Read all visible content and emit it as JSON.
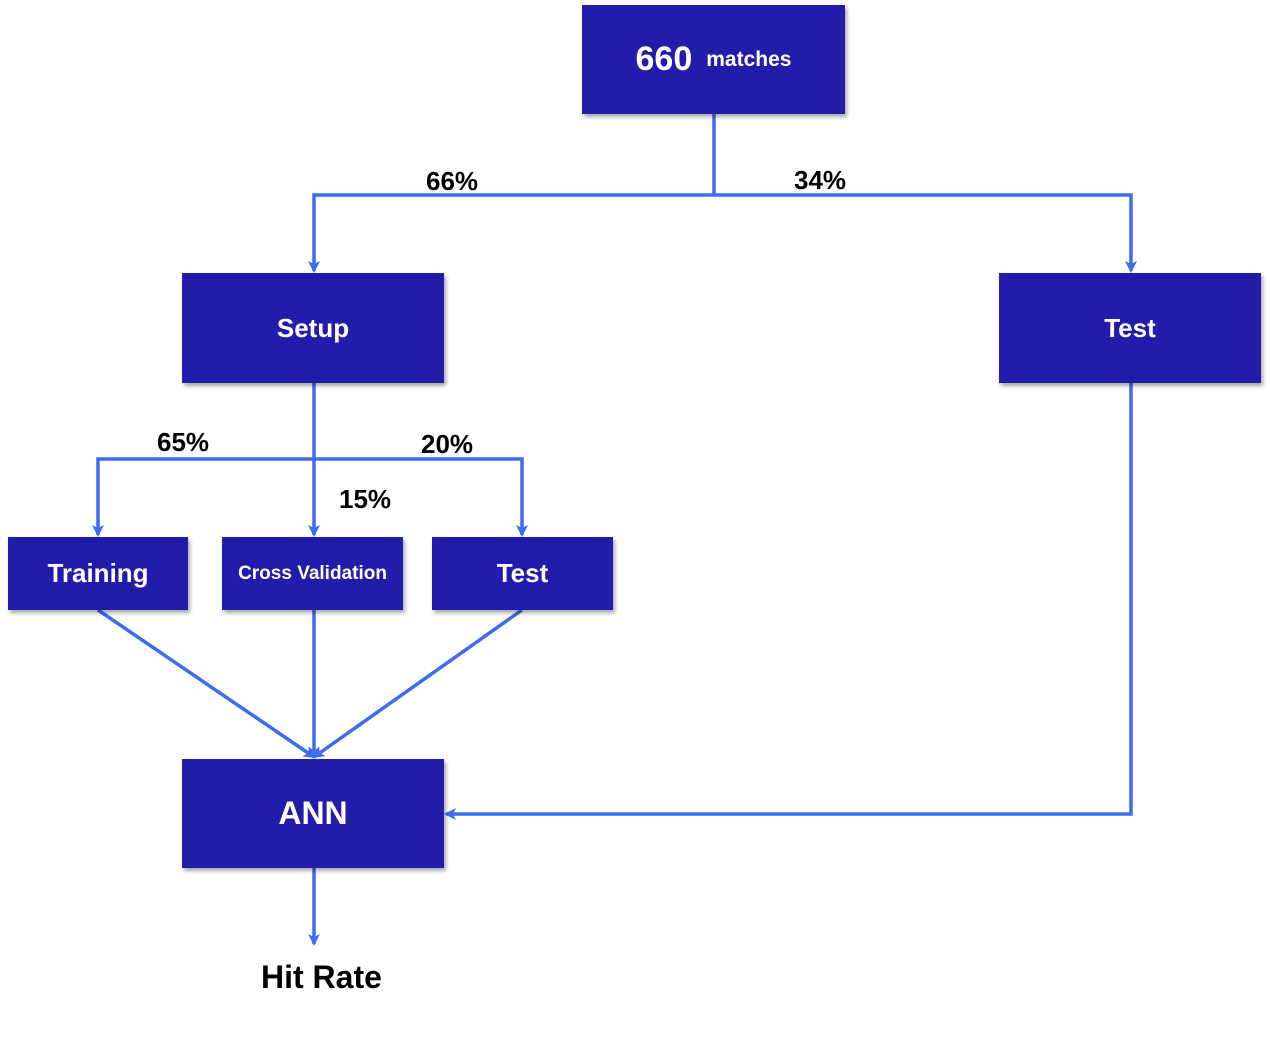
{
  "diagram": {
    "root": {
      "count": "660",
      "unit": "matches"
    },
    "setup": {
      "label": "Setup"
    },
    "test_right": {
      "label": "Test"
    },
    "training": {
      "label": "Training"
    },
    "cross_validation": {
      "label": "Cross Validation"
    },
    "test_mid": {
      "label": "Test"
    },
    "ann": {
      "label": "ANN"
    },
    "output": {
      "label": "Hit Rate"
    },
    "split_labels": {
      "setup_pct": "66%",
      "test_pct": "34%",
      "training_pct": "65%",
      "cv_pct": "15%",
      "test_mid_pct": "20%"
    }
  },
  "colors": {
    "box_fill": "#221caa",
    "box_text": "#ffffff",
    "connector": "#3d6cf0",
    "label_text": "#000000"
  }
}
